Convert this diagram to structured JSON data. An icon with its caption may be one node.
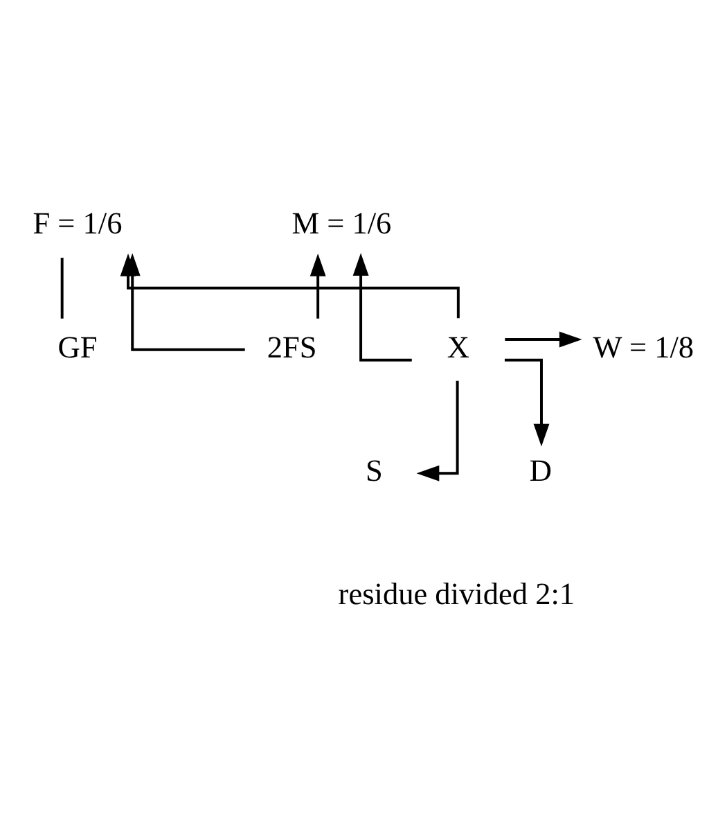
{
  "diagram": {
    "nodes": [
      {
        "text": [
          "GF"
        ]
      },
      {
        "text": [
          "F = 1/6"
        ]
      },
      {
        "text": [
          "M = 1/6"
        ]
      },
      {
        "text": [
          "2FS"
        ]
      },
      {
        "text": [
          "X"
        ]
      },
      {
        "text": [
          "W = 1/8"
        ]
      },
      {
        "text": [
          "S"
        ]
      },
      {
        "text": [
          "D"
        ]
      }
    ],
    "edges": [
      {
        "from": 0,
        "to": 1,
        "arrow": "none"
      },
      {
        "from": 3,
        "to": 1,
        "arrow": "to"
      },
      {
        "from": 3,
        "to": 2,
        "arrow": "to"
      },
      {
        "from": 4,
        "to": 1,
        "arrow": "to"
      },
      {
        "from": 4,
        "to": 2,
        "arrow": "to"
      },
      {
        "from": 4,
        "to": 5,
        "arrow": "to"
      },
      {
        "from": 4,
        "to": 6,
        "arrow": "to"
      },
      {
        "from": 4,
        "to": 7,
        "arrow": "to"
      }
    ],
    "labels": [
      "residue divided 2:1"
    ]
  }
}
